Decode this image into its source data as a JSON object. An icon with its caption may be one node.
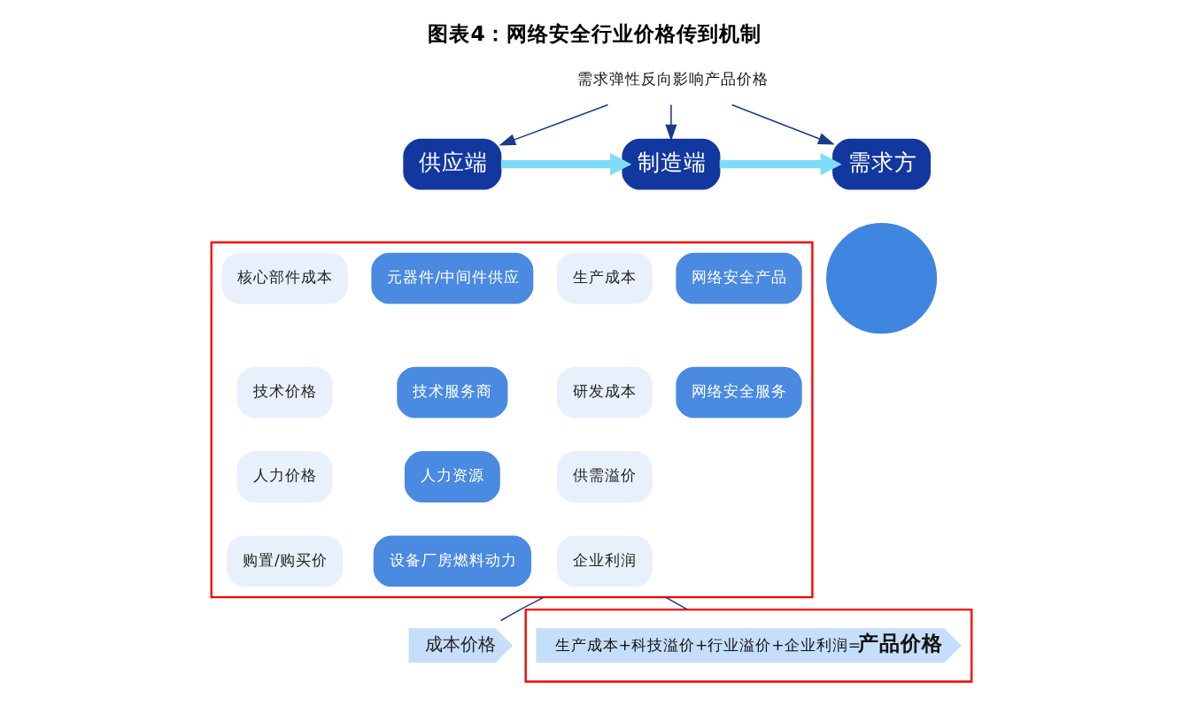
{
  "diagram": {
    "title": "图表4：网络安全行业价格传到机制",
    "nodes": [
      {
        "text": [
          "需求弹性反向影响产品价格"
        ]
      },
      {
        "text": [
          "供应端"
        ]
      },
      {
        "text": [
          "制造端"
        ]
      },
      {
        "text": [
          "需求方"
        ]
      },
      {
        "text": [],
        "shape": "box"
      },
      {
        "text": [
          "元器件/中间件供应"
        ],
        "in": 4
      },
      {
        "text": [
          "核心部件成本"
        ],
        "in": 4
      },
      {
        "text": [
          "技术服务商"
        ],
        "in": 4
      },
      {
        "text": [
          "技术价格"
        ],
        "in": 4
      },
      {
        "text": [
          "人力资源"
        ],
        "in": 4
      },
      {
        "text": [
          "人力价格"
        ],
        "in": 4
      },
      {
        "text": [
          "设备厂房燃料动力"
        ],
        "in": 4
      },
      {
        "text": [
          "购置/购买价"
        ],
        "in": 4
      },
      {
        "text": [
          "网络安全产品"
        ],
        "in": 4
      },
      {
        "text": [
          "生产成本"
        ],
        "in": 4
      },
      {
        "text": [
          "研发成本"
        ],
        "in": 4
      },
      {
        "text": [
          "网络安全服务"
        ],
        "in": 4
      },
      {
        "text": [
          "供需溢价"
        ],
        "in": 4
      },
      {
        "text": [
          "企业利润"
        ],
        "in": 4
      },
      {
        "text": [],
        "shape": "circle"
      },
      {
        "text": [
          "成本价格"
        ]
      },
      {
        "text": [],
        "shape": "box"
      },
      {
        "text": [
          "生产成本+科技溢价+行业溢价+企业利润=**产品价格**"
        ],
        "in": 21
      }
    ],
    "edges": [
      {
        "from": 0,
        "to": 1,
        "arrow": "to"
      },
      {
        "from": 0,
        "to": 2,
        "arrow": "to"
      },
      {
        "from": 0,
        "to": 3,
        "arrow": "to"
      },
      {
        "from": 1,
        "to": 2,
        "arrow": "to",
        "style": "thick",
        "color": "#7fdcf8"
      },
      {
        "from": 2,
        "to": 3,
        "arrow": "to",
        "style": "thick",
        "color": "#7fdcf8"
      },
      {
        "from": 4,
        "to": 20,
        "arrow": "none"
      },
      {
        "from": 4,
        "to": 21,
        "arrow": "none"
      }
    ]
  }
}
